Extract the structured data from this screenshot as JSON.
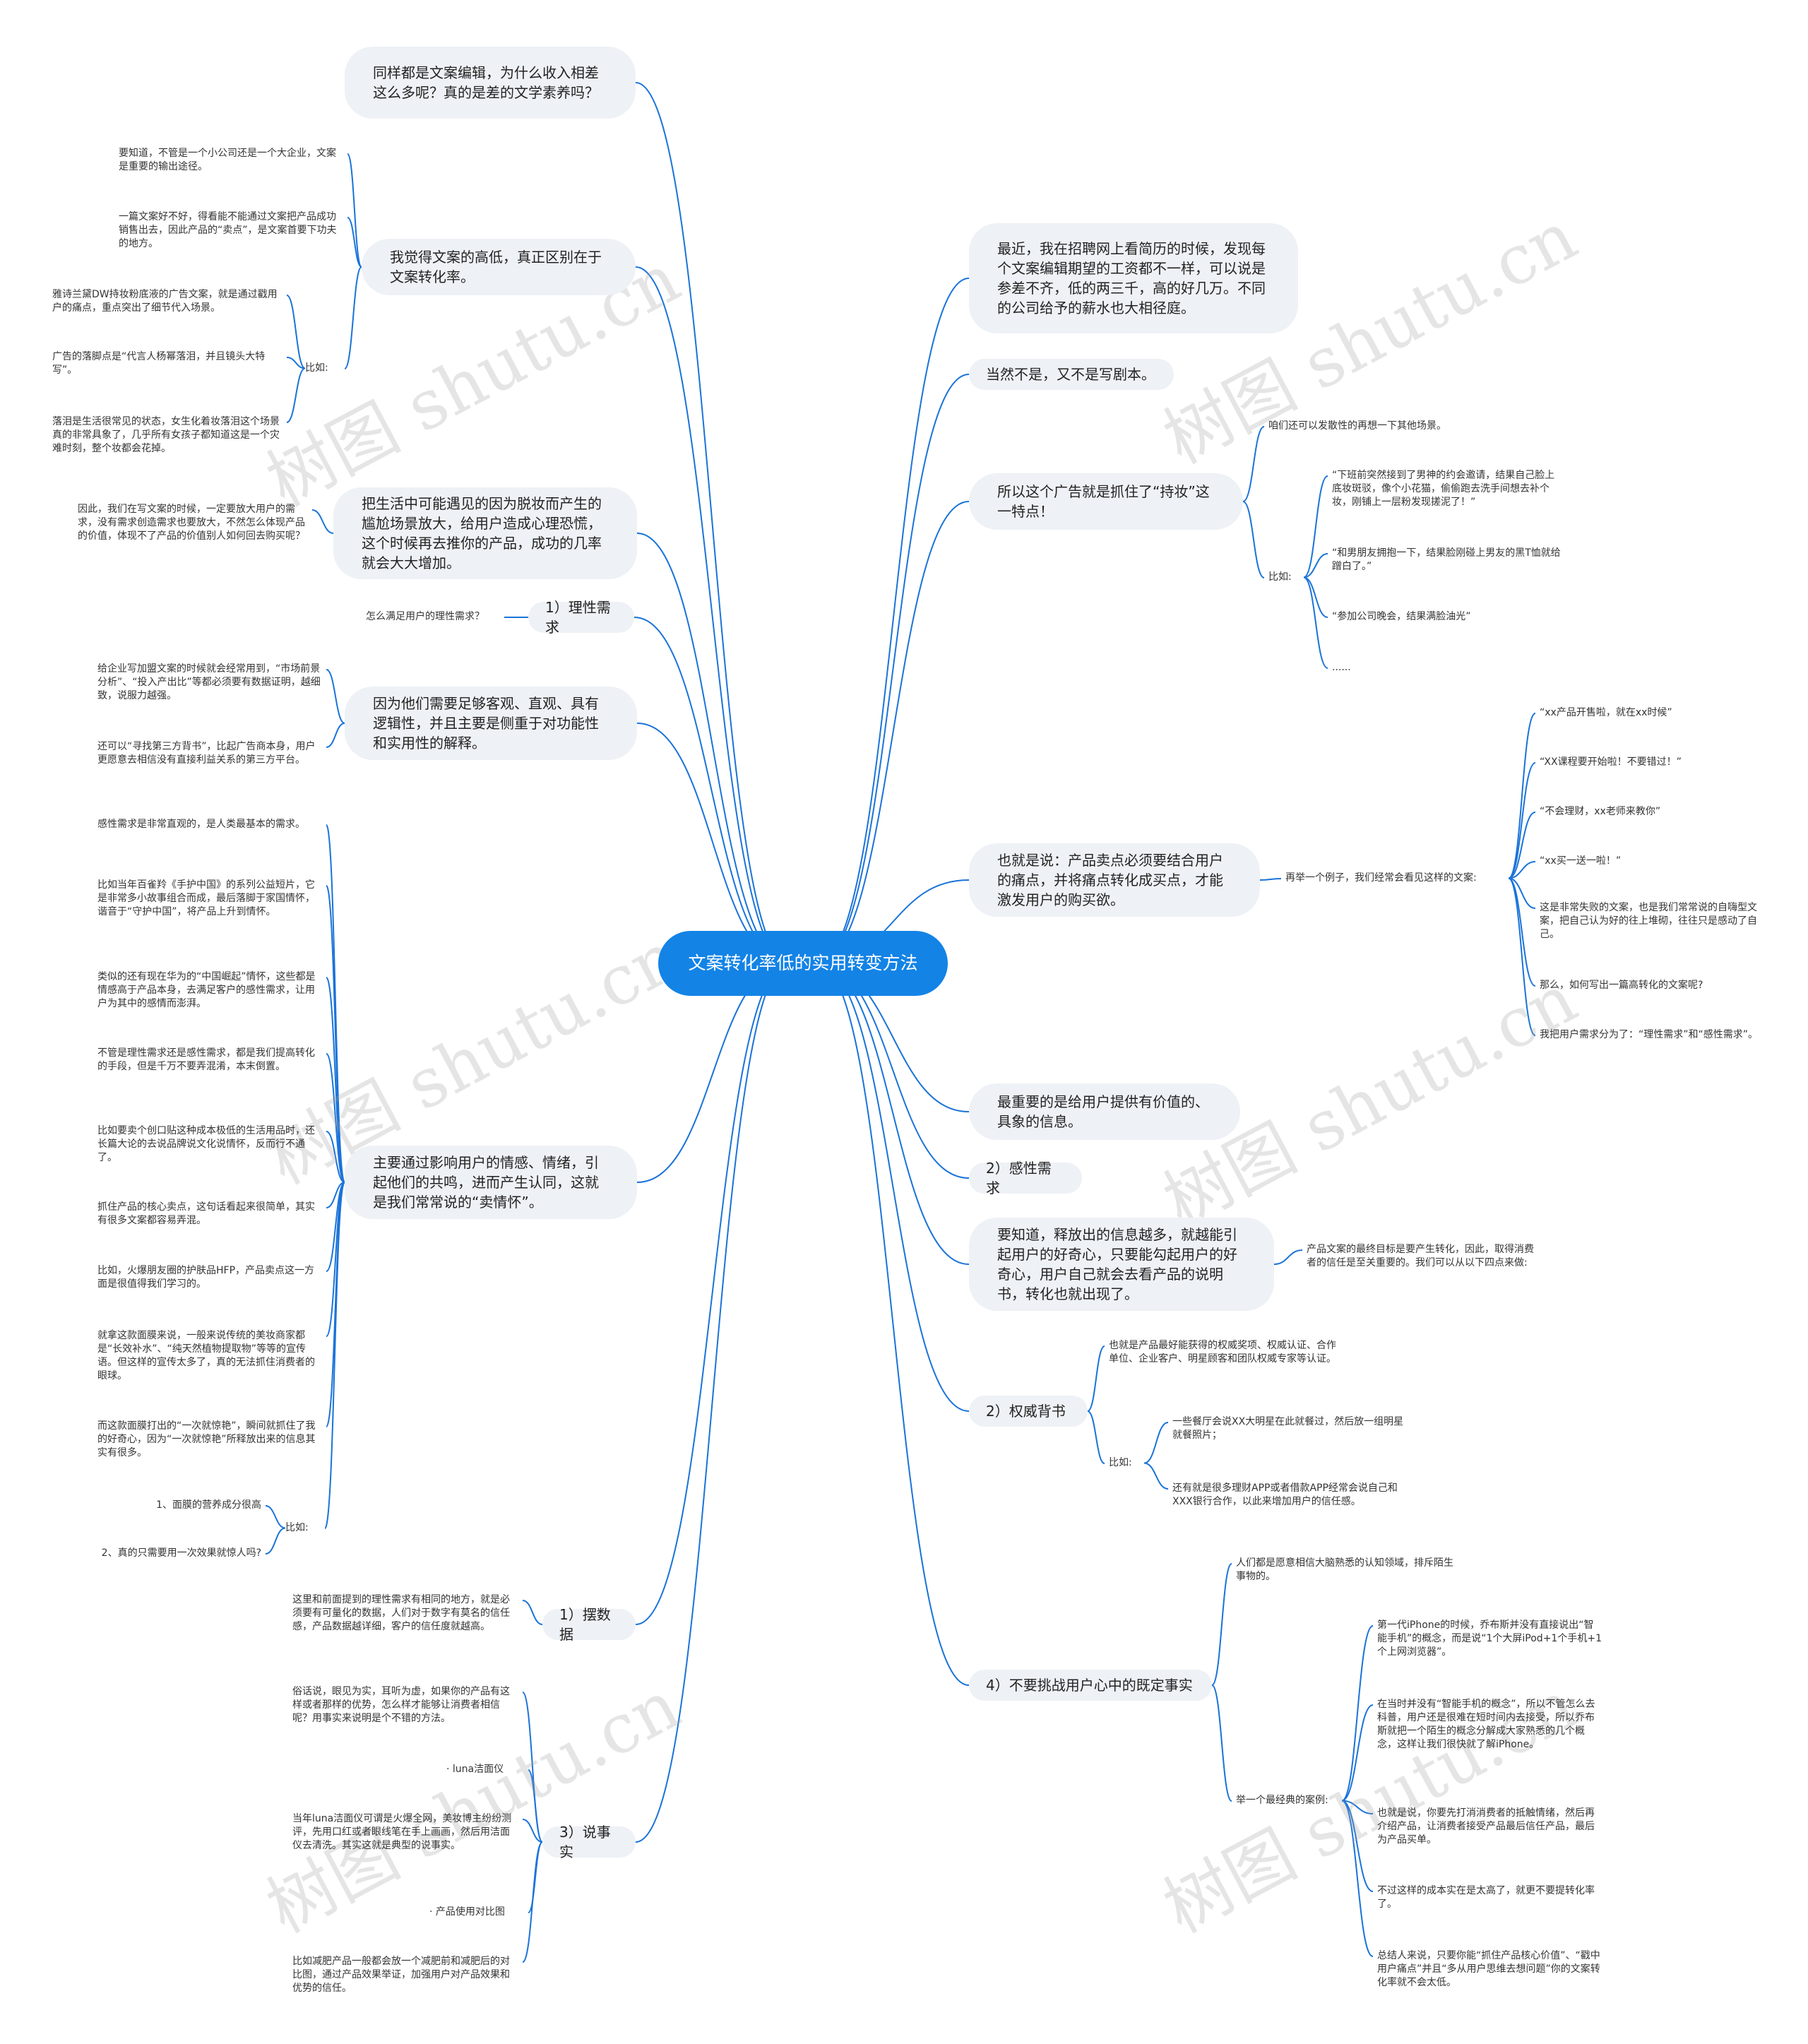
{
  "root": "文案转化率低的实用转变方法",
  "watermark": "树图 shutu.cn",
  "colors": {
    "root": "#1383e6",
    "edge": "#1a73d9",
    "branch_bg": "#eef1f5"
  },
  "left": {
    "q": "同样都是文案编辑，为什么收入相差这么多呢？真的是差的文学素养吗？",
    "b1": "我觉得文案的高低，真正区别在于文案转化率。",
    "b1_leaf1": "要知道，不管是一个小公司还是一个大企业，文案是重要的输出途径。",
    "b1_leaf2": "一篇文案好不好，得看能不能通过文案把产品成功销售出去，因此产品的“卖点”，是文案首要下功夫的地方。",
    "b1_example_label": "比如:",
    "b1_ex1": "雅诗兰黛DW持妆粉底液的广告文案，就是通过戳用户的痛点，重点突出了细节代入场景。",
    "b1_ex2": "广告的落脚点是“代言人杨幂落泪，并且镜头大特写”。",
    "b1_ex3": "落泪是生活很常见的状态，女生化着妆落泪这个场景真的非常具象了，几乎所有女孩子都知道这是一个灾难时刻，整个妆都会花掉。",
    "b2": "把生活中可能遇见的因为脱妆而产生的尴尬场景放大，给用户造成心理恐慌，这个时候再去推你的产品，成功的几率就会大大增加。",
    "b2_leaf": "因此，我们在写文案的时候，一定要放大用户的需求，没有需求创造需求也要放大，不然怎么体现产品的价值，体现不了产品的价值别人如何回去购买呢？",
    "b3": "1）理性需求",
    "b3_leaf": "怎么满足用户的理性需求？",
    "b4": "因为他们需要足够客观、直观、具有逻辑性，并且主要是侧重于对功能性和实用性的解释。",
    "b4_leaf1": "给企业写加盟文案的时候就会经常用到，“市场前景分析”、“投入产出比”等都必须要有数据证明，越细致，说服力越强。",
    "b4_leaf2": "还可以“寻找第三方背书”，比起广告商本身，用户更愿意去相信没有直接利益关系的第三方平台。",
    "b5": "主要通过影响用户的情感、情绪，引起他们的共鸣，进而产生认同，这就是我们常常说的“卖情怀”。",
    "b5_leaf1": "感性需求是非常直观的，是人类最基本的需求。",
    "b5_leaf2": "比如当年百雀羚《手护中国》的系列公益短片，它是非常多小故事组合而成，最后落脚于家国情怀，谐音于“守护中国”，将产品上升到情怀。",
    "b5_leaf3": "类似的还有现在华为的“中国崛起”情怀，这些都是情感高于产品本身，去满足客户的感性需求，让用户为其中的感情而澎湃。",
    "b5_leaf4": "不管是理性需求还是感性需求，都是我们提高转化的手段，但是千万不要弄混淆，本末倒置。",
    "b5_leaf5": "比如要卖个创口贴这种成本极低的生活用品时，还长篇大论的去说品牌说文化说情怀，反而行不通了。",
    "b5_leaf6": "抓住产品的核心卖点，这句话看起来很简单，其实有很多文案都容易弄混。",
    "b5_leaf7": "比如，火爆朋友圈的护肤品HFP，产品卖点这一方面是很值得我们学习的。",
    "b5_leaf8": "就拿这款面膜来说，一般来说传统的美妆商家都是“长效补水”、“纯天然植物提取物”等等的宣传语。但这样的宣传太多了，真的无法抓住消费者的眼球。",
    "b5_leaf9": "而这款面膜打出的“一次就惊艳”，瞬间就抓住了我的好奇心，因为“一次就惊艳”所释放出来的信息其实有很多。",
    "b5_example_label": "比如:",
    "b5_ex1": "1、面膜的营养成分很高",
    "b5_ex2": "2、真的只需要用一次效果就惊人吗?",
    "b6": "1）摆数据",
    "b6_leaf": "这里和前面提到的理性需求有相同的地方，就是必须要有可量化的数据，人们对于数字有莫名的信任感，产品数据越详细，客户的信任度就越高。",
    "b7": "3）说事实",
    "b7_leaf1": "俗话说，眼见为实，耳听为虚，如果你的产品有这样或者那样的优势，怎么样才能够让消费者相信呢？用事实来说明是个不错的方法。",
    "b7_leaf2": "· luna洁面仪",
    "b7_leaf3": "当年luna洁面仪可谓是火爆全网，美妆博主纷纷测评，先用口红或者眼线笔在手上画画，然后用洁面仪去清洗。其实这就是典型的说事实。",
    "b7_leaf4": "· 产品使用对比图",
    "b7_leaf5": "比如减肥产品一般都会放一个减肥前和减肥后的对比图，通过产品效果举证，加强用户对产品效果和优势的信任。"
  },
  "right": {
    "r1": "最近，我在招聘网上看简历的时候，发现每个文案编辑期望的工资都不一样，可以说是参差不齐，低的两三千，高的好几万。不同的公司给予的薪水也大相径庭。",
    "r2": "当然不是，又不是写剧本。",
    "r3": "所以这个广告就是抓住了“持妆”这一特点！",
    "r3_leaf1": "咱们还可以发散性的再想一下其他场景。",
    "r3_example_label": "比如:",
    "r3_ex1": "“下班前突然接到了男神的约会邀请，结果自己脸上底妆斑驳，像个小花猫，偷偷跑去洗手间想去补个妆，刚铺上一层粉发现搓泥了！”",
    "r3_ex2": "“和男朋友拥抱一下，结果脸刚碰上男友的黑T恤就给蹭白了。”",
    "r3_ex3": "“参加公司晚会，结果满脸油光”",
    "r3_ex4": "......",
    "r4": "也就是说：产品卖点必须要结合用户的痛点，并将痛点转化成买点，才能激发用户的购买欲。",
    "r4_label": "再举一个例子，我们经常会看见这样的文案:",
    "r4_leaf1": "“xx产品开售啦，就在xx时候”",
    "r4_leaf2": "“XX课程要开始啦！不要错过！”",
    "r4_leaf3": "“不会理财，xx老师来教你”",
    "r4_leaf4": "“xx买一送一啦！”",
    "r4_leaf5": "这是非常失败的文案，也是我们常常说的自嗨型文案，把自己认为好的往上堆砌，往往只是感动了自己。",
    "r4_leaf6": "那么，如何写出一篇高转化的文案呢?",
    "r4_leaf7": "我把用户需求分为了：“理性需求”和“感性需求”。",
    "r5": "最重要的是给用户提供有价值的、具象的信息。",
    "r6": "2）感性需求",
    "r7": "要知道，释放出的信息越多，就越能引起用户的好奇心，只要能勾起用户的好奇心，用户自己就会去看产品的说明书，转化也就出现了。",
    "r7_leaf": "产品文案的最终目标是要产生转化，因此，取得消费者的信任是至关重要的。我们可以从以下四点来做:",
    "r8": "2）权威背书",
    "r8_leaf1": "也就是产品最好能获得的权威奖项、权威认证、合作单位、企业客户、明星顾客和团队权威专家等认证。",
    "r8_example_label": "比如:",
    "r8_ex1": "一些餐厅会说XX大明星在此就餐过，然后放一组明星就餐照片；",
    "r8_ex2": "还有就是很多理财APP或者借款APP经常会说自己和XXX银行合作，以此来增加用户的信任感。",
    "r9": "4）不要挑战用户心中的既定事实",
    "r9_leaf1": "人们都是愿意相信大脑熟悉的认知领域，排斥陌生事物的。",
    "r9_example_label": "举一个最经典的案例:",
    "r9_ex1": "第一代iPhone的时候，乔布斯并没有直接说出“智能手机”的概念，而是说“1个大屏iPod+1个手机+1个上网浏览器”。",
    "r9_ex2": "在当时并没有“智能手机的概念”，所以不管怎么去科普，用户还是很难在短时间内去接受，所以乔布斯就把一个陌生的概念分解成大家熟悉的几个概念，这样让我们很快就了解iPhone。",
    "r9_ex3": "也就是说，你要先打消消费者的抵触情绪，然后再介绍产品，让消费者接受产品最后信任产品，最后为产品买单。",
    "r9_ex4": "不过这样的成本实在是太高了，就更不要提转化率了。",
    "r9_ex5": "总结人来说，只要你能“抓住产品核心价值”、“戳中用户痛点”并且“多从用户思维去想问题”你的文案转化率就不会太低。"
  }
}
